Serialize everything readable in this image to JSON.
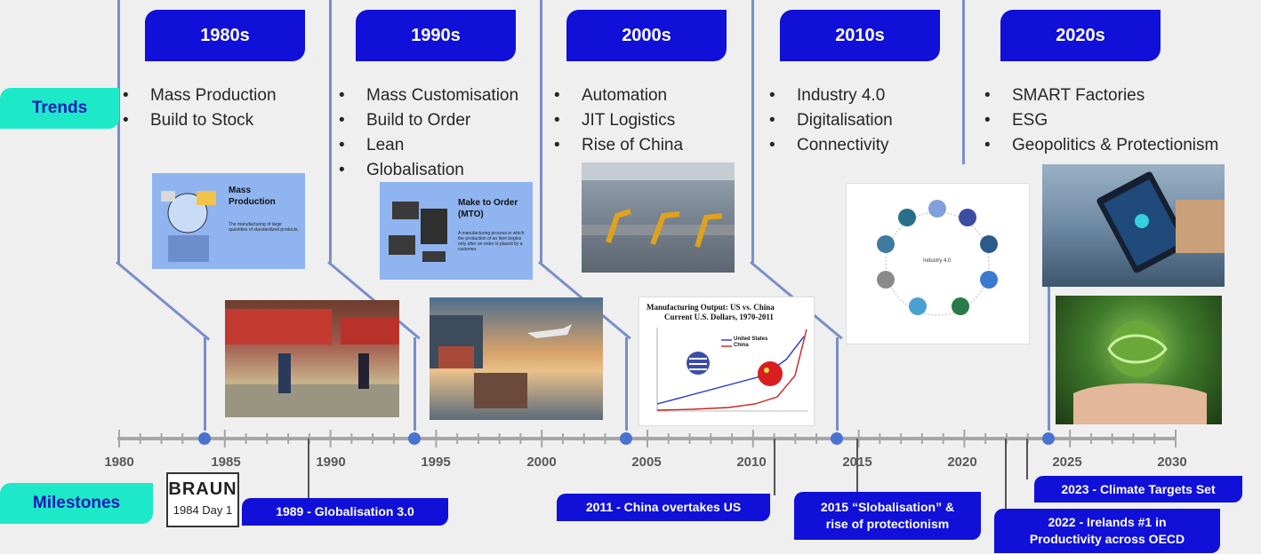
{
  "side_labels": {
    "trends": "Trends",
    "milestones": "Milestones"
  },
  "decades": [
    {
      "label": "1980s",
      "items": [
        "Mass Production",
        "Build to Stock"
      ]
    },
    {
      "label": "1990s",
      "items": [
        "Mass Customisation",
        "Build to Order",
        "Lean",
        "Globalisation"
      ]
    },
    {
      "label": "2000s",
      "items": [
        "Automation",
        "JIT Logistics",
        "Rise of China"
      ]
    },
    {
      "label": "2010s",
      "items": [
        "Industry 4.0",
        "Digitalisation",
        "Connectivity"
      ]
    },
    {
      "label": "2020s",
      "items": [
        "SMART Factories",
        "ESG",
        "Geopolitics & Protectionism"
      ]
    }
  ],
  "axis_years": [
    "1980",
    "1985",
    "1990",
    "1995",
    "2000",
    "2005",
    "2010",
    "2015",
    "2020",
    "2025",
    "2030"
  ],
  "milestones": {
    "braun": {
      "logo": "BRAUN",
      "caption": "1984 Day 1"
    },
    "m1989": "1989 - Globalisation 3.0",
    "m2011": "2011 - China overtakes US",
    "m2015_line1": "2015 “Slobalisation” &",
    "m2015_line2": "rise of protectionism",
    "m2022_line1": "2022 - Irelands #1 in",
    "m2022_line2": "Productivity across OECD",
    "m2023": "2023 - Climate Targets Set"
  },
  "images": {
    "mass_production": {
      "title": "Mass",
      "title2": "Production",
      "subtitle": "The manufacturing of large quantities of standardized products."
    },
    "make_to_order": {
      "title": "Make to Order",
      "title2": "(MTO)",
      "subtitle": "A manufacturing process in which the production of an item begins only after an order is placed by a customer."
    },
    "chart": {
      "title": "Manufacturing Output: US vs. China",
      "subtitle": "Current U.S. Dollars, 1970-2011",
      "legend_us": "United States",
      "legend_china": "China"
    },
    "industry40": {
      "center": "Industry 4.0"
    }
  },
  "colors": {
    "accent": "#1010d8",
    "teal": "#1de9c9",
    "connector": "#7a8ec9",
    "axis": "#a6a6a6",
    "dot": "#4a72d0"
  }
}
